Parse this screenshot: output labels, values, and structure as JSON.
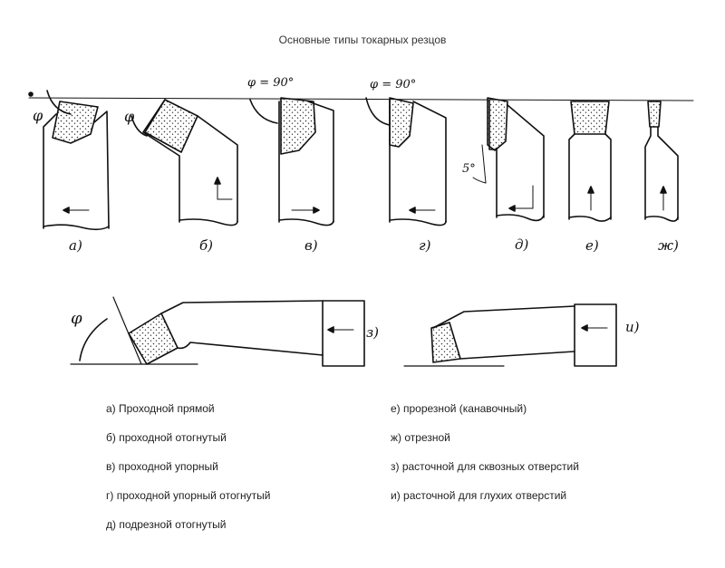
{
  "title": "Основные типы токарных резцов",
  "angle_labels": {
    "phi": "φ",
    "phi_90": "φ = 90°",
    "five_deg": "5°"
  },
  "figure_labels": [
    "а)",
    "б)",
    "в)",
    "г)",
    "д)",
    "е)",
    "ж)",
    "з)",
    "и)"
  ],
  "legend": [
    "а) Проходной прямой",
    "б) проходной отогнутый",
    "в) проходной упорный",
    "г) проходной упорный отогнутый",
    "д) подрезной отогнутый",
    "е) прорезной (канавочный)",
    "ж) отрезной",
    "з) расточной для сквозных отверстий",
    "и) расточной для глухих отверстий"
  ]
}
